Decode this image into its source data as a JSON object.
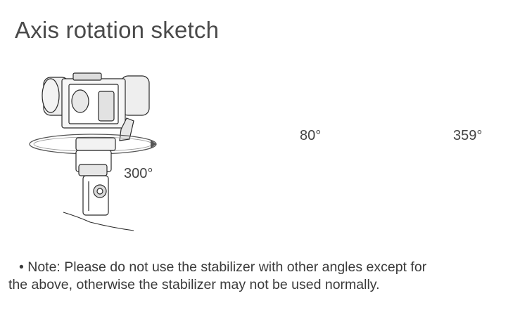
{
  "title": "Axis rotation sketch",
  "views": [
    {
      "angle": "300°",
      "icon": "pan-axis-rotation-illustration"
    },
    {
      "angle": "80°",
      "icon": "tilt-axis-rotation-illustration"
    },
    {
      "angle": "359°",
      "icon": "roll-axis-rotation-illustration"
    }
  ],
  "note": {
    "line1": "• Note: Please do not use the stabilizer with other angles except for",
    "line2": "the above, otherwise the stabilizer may not be used normally."
  }
}
